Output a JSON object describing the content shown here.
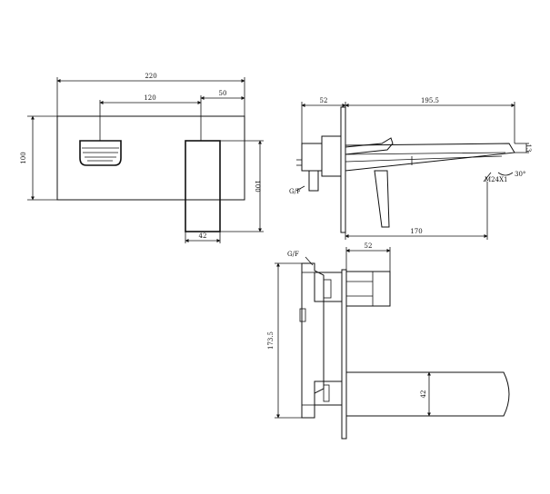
{
  "dimensions": {
    "front_overall_width": "220",
    "front_spout_offset": "120",
    "front_lever_offset": "50",
    "front_plate_height": "100",
    "front_body_height": "100",
    "front_body_width": "42",
    "side_wall_depth": "52",
    "side_spout_reach": "195.5",
    "side_spout_height": "13",
    "side_body_reach": "170",
    "side_thread": "M24X1",
    "side_angle": "30°",
    "side_fitting": "G/F",
    "top_fitting": "G/F",
    "top_depth": "52",
    "top_total_length": "173.5",
    "top_spout_width": "42"
  }
}
